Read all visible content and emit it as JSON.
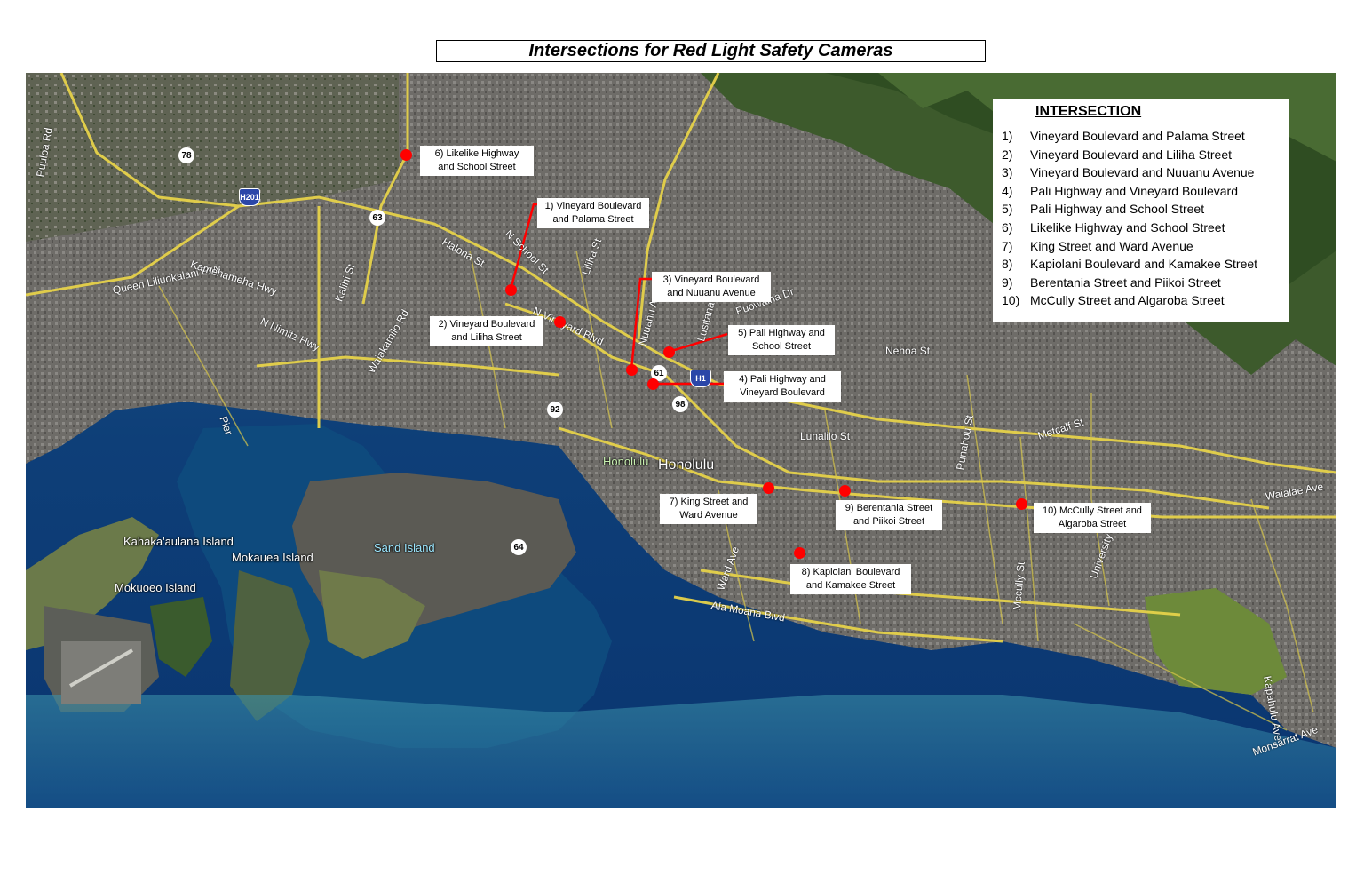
{
  "title": "Intersections for Red Light Safety Cameras",
  "legend": {
    "heading": "INTERSECTION",
    "items": [
      {
        "num": "1)",
        "text": "Vineyard Boulevard and Palama Street"
      },
      {
        "num": "2)",
        "text": "Vineyard Boulevard and Liliha Street"
      },
      {
        "num": "3)",
        "text": "Vineyard Boulevard and Nuuanu Avenue"
      },
      {
        "num": "4)",
        "text": "Pali Highway and Vineyard Boulevard"
      },
      {
        "num": "5)",
        "text": "Pali Highway and School Street"
      },
      {
        "num": "6)",
        "text": "Likelike Highway and School Street"
      },
      {
        "num": "7)",
        "text": "King Street and Ward Avenue"
      },
      {
        "num": "8)",
        "text": "Kapiolani Boulevard and Kamakee Street"
      },
      {
        "num": "9)",
        "text": "Berentania Street and Piikoi Street"
      },
      {
        "num": "10)",
        "text": "McCully Street and Algaroba Street"
      }
    ]
  },
  "callouts": {
    "c1": {
      "line1": "1)  Vineyard Boulevard",
      "line2": "and Palama Street"
    },
    "c2": {
      "line1": "2)  Vineyard Boulevard",
      "line2": "and Liliha Street"
    },
    "c3": {
      "line1": "3)  Vineyard Boulevard",
      "line2": "and Nuuanu Avenue"
    },
    "c4": {
      "line1": "4)  Pali Highway and",
      "line2": "Vineyard Boulevard"
    },
    "c5": {
      "line1": "5)  Pali Highway and",
      "line2": "School Street"
    },
    "c6": {
      "line1": "6)  Likelike Highway",
      "line2": "and School Street"
    },
    "c7": {
      "line1": "7)  King Street and",
      "line2": "Ward Avenue"
    },
    "c8": {
      "line1": "8)  Kapiolani Boulevard",
      "line2": "and Kamakee Street"
    },
    "c9": {
      "line1": "9)  Berentania Street",
      "line2": "and Piikoi Street"
    },
    "c10": {
      "line1": "10)  McCully Street and",
      "line2": "Algaroba Street"
    }
  },
  "places": {
    "honolulu": "Honolulu",
    "honolulu_small": "Honolulu",
    "kahakaaulana": "Kahaka'aulana Island",
    "mokauea": "Mokauea Island",
    "mokuoeo": "Mokuoeo Island",
    "sand_island": "Sand Island"
  },
  "streets": {
    "queen_liliuokalani": "Queen Liliuokalani Fwy",
    "kamehameha": "Kamehameha Hwy",
    "nimitz": "N Nimitz Hwy",
    "kalihi": "Kalihi St",
    "waiakamilo": "Waiakamilo Rd",
    "halona": "Halona St",
    "school": "N School St",
    "liliha": "Liliha St",
    "vineyard": "N Vineyard Blvd",
    "nuuanu": "Nuuanu Ave",
    "lusitana": "Lusitana St",
    "puowaina": "Puowaina Dr",
    "nehoa": "Nehoa St",
    "lunalilo": "Lunalilo St",
    "punahou": "Punahou St",
    "metcalf": "Metcalf St",
    "ward": "Ward Ave",
    "mccully": "Mccully St",
    "university": "University Ave",
    "ala_moana": "Ala Moana Blvd",
    "kapahulu": "Kapahulu Ave",
    "monsarrat": "Monsarrat Ave",
    "waialae": "Waialae Ave",
    "puuloa": "Puuloa Rd",
    "pier": "Pier"
  },
  "shields": {
    "s78": "78",
    "s63": "63",
    "s61": "61",
    "s98": "98",
    "s92": "92",
    "s64": "64",
    "h201": "H201",
    "h1": "H1"
  },
  "colors": {
    "marker": "#ff0000",
    "ocean_deep": "#0b3f7a",
    "road": "#e6d24a",
    "urban": "#6f6d68"
  }
}
